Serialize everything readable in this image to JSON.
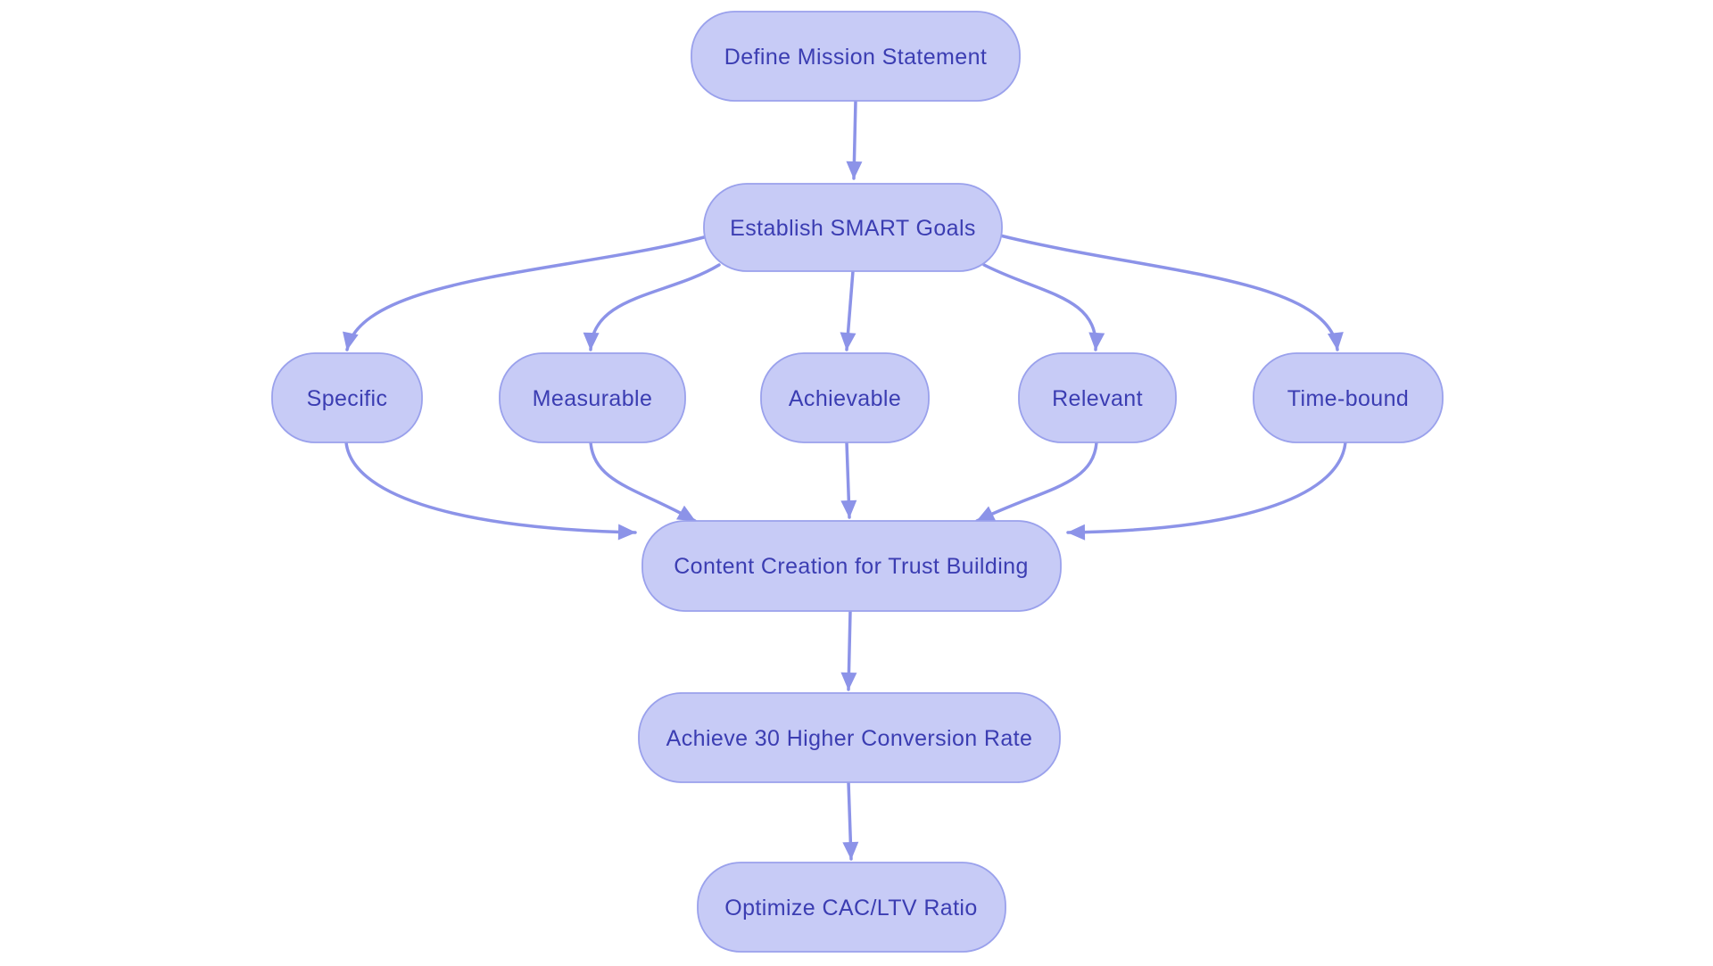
{
  "diagram": {
    "type": "flowchart",
    "orientation": "top-down",
    "colors": {
      "background": "#ffffff",
      "node_fill": "#c7cbf6",
      "node_border": "#9aa1ec",
      "node_text": "#3b3db2",
      "edge": "#8c93e8"
    },
    "nodes": [
      {
        "id": "mission",
        "label": "Define Mission Statement"
      },
      {
        "id": "smart",
        "label": "Establish SMART Goals"
      },
      {
        "id": "specific",
        "label": "Specific"
      },
      {
        "id": "measurable",
        "label": "Measurable"
      },
      {
        "id": "achievable",
        "label": "Achievable"
      },
      {
        "id": "relevant",
        "label": "Relevant"
      },
      {
        "id": "timebound",
        "label": "Time-bound"
      },
      {
        "id": "content",
        "label": "Content Creation for Trust Building"
      },
      {
        "id": "conversion",
        "label": "Achieve 30 Higher Conversion Rate"
      },
      {
        "id": "cacltv",
        "label": "Optimize CAC/LTV Ratio"
      }
    ],
    "edges": [
      {
        "from": "mission",
        "to": "smart"
      },
      {
        "from": "smart",
        "to": "specific"
      },
      {
        "from": "smart",
        "to": "measurable"
      },
      {
        "from": "smart",
        "to": "achievable"
      },
      {
        "from": "smart",
        "to": "relevant"
      },
      {
        "from": "smart",
        "to": "timebound"
      },
      {
        "from": "specific",
        "to": "content"
      },
      {
        "from": "measurable",
        "to": "content"
      },
      {
        "from": "achievable",
        "to": "content"
      },
      {
        "from": "relevant",
        "to": "content"
      },
      {
        "from": "timebound",
        "to": "content"
      },
      {
        "from": "content",
        "to": "conversion"
      },
      {
        "from": "conversion",
        "to": "cacltv"
      }
    ]
  }
}
